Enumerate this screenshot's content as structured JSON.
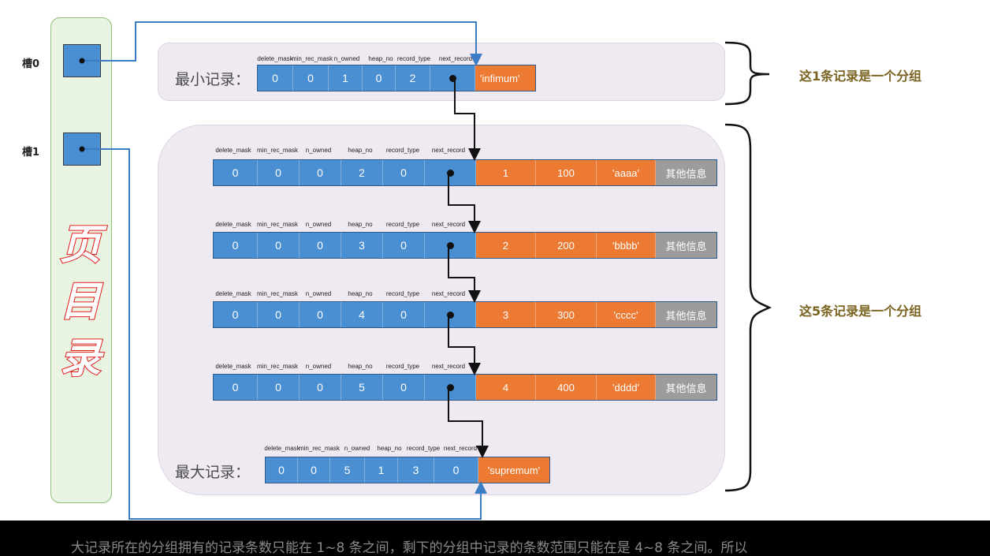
{
  "slots": [
    {
      "label": "槽0"
    },
    {
      "label": "槽1"
    }
  ],
  "page_directory": {
    "chars": [
      "页",
      "目",
      "录"
    ]
  },
  "headers": [
    "delete_mask",
    "min_rec_mask",
    "n_owned",
    "heap_no",
    "record_type",
    "next_record"
  ],
  "min_record": {
    "label": "最小记录：",
    "values": [
      "0",
      "0",
      "1",
      "0",
      "2"
    ],
    "data": "'infimum'"
  },
  "user_records": [
    {
      "values": [
        "0",
        "0",
        "0",
        "2",
        "0"
      ],
      "data": [
        "1",
        "100",
        "'aaaa'"
      ],
      "other": "其他信息"
    },
    {
      "values": [
        "0",
        "0",
        "0",
        "3",
        "0"
      ],
      "data": [
        "2",
        "200",
        "'bbbb'"
      ],
      "other": "其他信息"
    },
    {
      "values": [
        "0",
        "0",
        "0",
        "4",
        "0"
      ],
      "data": [
        "3",
        "300",
        "'cccc'"
      ],
      "other": "其他信息"
    },
    {
      "values": [
        "0",
        "0",
        "0",
        "5",
        "0"
      ],
      "data": [
        "4",
        "400",
        "'dddd'"
      ],
      "other": "其他信息"
    }
  ],
  "max_record": {
    "label": "最大记录：",
    "values": [
      "0",
      "0",
      "5",
      "1",
      "3",
      "0"
    ],
    "data": "'supremum'"
  },
  "notes": {
    "group1": "这1条记录是一个分组",
    "group2": "这5条记录是一个分组"
  },
  "caption": "大记录所在的分组拥有的记录条数只能在 1~8 条之间，剩下的分组中记录的条数范围只能在是 4~8 条之间。所以"
}
